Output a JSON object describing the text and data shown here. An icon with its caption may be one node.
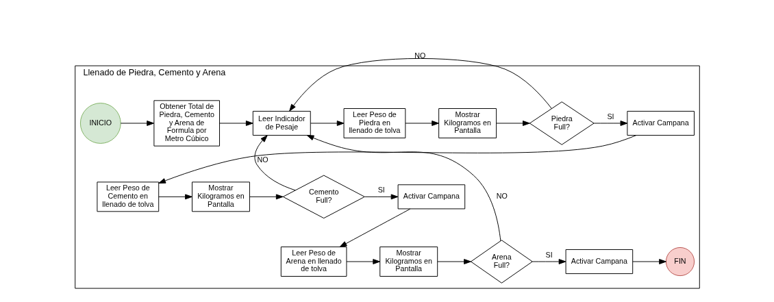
{
  "diagram": {
    "nodes": [
      {
        "text": [
          "Llenado de Piedra, Cemento y Arena"
        ]
      },
      {
        "text": [
          "INICIO"
        ],
        "in": 0
      },
      {
        "text": [
          "Obtener Total de Piedra, Cemento y Arena de Formula por Metro Cúbico"
        ],
        "in": 0
      },
      {
        "text": [
          "Leer Indicador de Pesaje"
        ],
        "in": 0
      },
      {
        "text": [
          "Leer Peso de Piedra en llenado de tolva"
        ],
        "in": 0
      },
      {
        "text": [
          "Mostrar Kilogramos en Pantalla"
        ],
        "in": 0
      },
      {
        "text": [
          "Piedra Full?"
        ],
        "in": 0
      },
      {
        "text": [
          "Activar Campana"
        ],
        "in": 0
      },
      {
        "text": [
          "Leer Peso de Cemento en llenado de tolva"
        ],
        "in": 0
      },
      {
        "text": [
          "Mostrar Kilogramos en Pantalla"
        ],
        "in": 0
      },
      {
        "text": [
          "Cemento Full?"
        ],
        "in": 0
      },
      {
        "text": [
          "Activar Campana"
        ],
        "in": 0
      },
      {
        "text": [
          "Leer Peso de Arena en llenado de tolva"
        ],
        "in": 0
      },
      {
        "text": [
          "Mostrar Kilogramos en Pantalla"
        ],
        "in": 0
      },
      {
        "text": [
          "Arena Full?"
        ],
        "in": 0
      },
      {
        "text": [
          "Activar Campana"
        ],
        "in": 0
      },
      {
        "text": [
          "FIN"
        ],
        "in": 0
      }
    ],
    "edges": [
      {
        "from": 1,
        "to": 2,
        "arrow": "to"
      },
      {
        "from": 2,
        "to": 3,
        "arrow": "to"
      },
      {
        "from": 3,
        "to": 4,
        "arrow": "to"
      },
      {
        "from": 4,
        "to": 5,
        "arrow": "to"
      },
      {
        "from": 5,
        "to": 6,
        "arrow": "to"
      },
      {
        "from": 6,
        "to": 3,
        "arrow": "to",
        "label": "NO"
      },
      {
        "from": 6,
        "to": 7,
        "arrow": "to",
        "label": "SI"
      },
      {
        "from": 7,
        "to": 8,
        "arrow": "to"
      },
      {
        "from": 8,
        "to": 9,
        "arrow": "to"
      },
      {
        "from": 9,
        "to": 10,
        "arrow": "to"
      },
      {
        "from": 10,
        "to": 3,
        "arrow": "to",
        "label": "NO"
      },
      {
        "from": 10,
        "to": 11,
        "arrow": "to",
        "label": "SI"
      },
      {
        "from": 11,
        "to": 12,
        "arrow": "to"
      },
      {
        "from": 12,
        "to": 13,
        "arrow": "to"
      },
      {
        "from": 13,
        "to": 14,
        "arrow": "to"
      },
      {
        "from": 14,
        "to": 3,
        "arrow": "to",
        "label": "NO"
      },
      {
        "from": 14,
        "to": 15,
        "arrow": "to",
        "label": "SI"
      },
      {
        "from": 15,
        "to": 16,
        "arrow": "to"
      }
    ]
  }
}
